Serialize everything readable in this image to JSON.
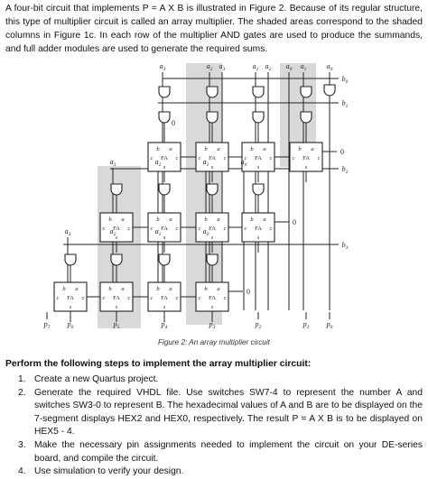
{
  "intro": "A four-bit circuit that implements P = A X B is illustrated in Figure 2. Because of its regular structure, this type of multiplier circuit is called an array multiplier. The shaded areas correspond to the shaded columns in Figure 1c. In each row of the multiplier AND gates are used to produce the summands, and full adder modules are used to generate the required sums.",
  "figure": {
    "caption": "Figure 2: An array multiplier circuit",
    "fa_label": "FA",
    "pin_b": "b",
    "pin_a": "a",
    "pin_s": "s",
    "pin_co": "c",
    "pin_ci": "c",
    "zero": "0",
    "a_labels": [
      "a3",
      "a2",
      "a3",
      "a1",
      "a2",
      "a0",
      "a1",
      "a0",
      "a3",
      "a2",
      "a1",
      "a0",
      "a3",
      "a2",
      "a1",
      "a0"
    ],
    "b_labels": [
      "b0",
      "b1",
      "b2",
      "b3"
    ],
    "p_labels": [
      "p7",
      "p6",
      "p5",
      "p4",
      "p3",
      "p2",
      "p1",
      "p0"
    ]
  },
  "heading": "Perform the following steps to implement the array multiplier circuit:",
  "steps": [
    {
      "num": "1.",
      "text": "Create a new Quartus project."
    },
    {
      "num": "2.",
      "text": "Generate the required VHDL file. Use switches SW7-4 to represent the number A and switches SW3-0 to represent B. The hexadecimal values of A and B are to be displayed on the 7-segment displays HEX2 and HEX0, respectively. The result P = A X B is to be displayed on HEX5 - 4."
    },
    {
      "num": "3.",
      "text": "Make the necessary pin assignments needed to implement the circuit on your DE-series board, and compile the circuit."
    },
    {
      "num": "4.",
      "text": "Use simulation to verify your design."
    }
  ]
}
